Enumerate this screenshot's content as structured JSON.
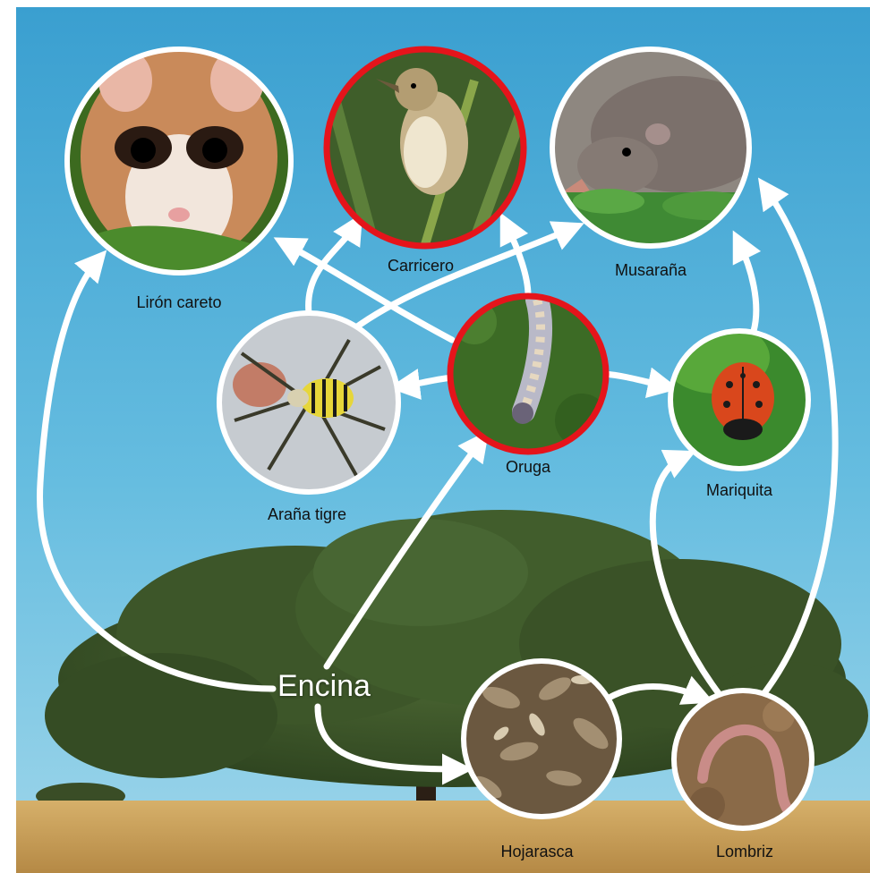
{
  "diagram": {
    "nodes": [
      {
        "id": "liron",
        "label": "Lirón careto",
        "icon": "dormouse-photo"
      },
      {
        "id": "carricero",
        "label": "Carricero",
        "icon": "bird-photo",
        "highlighted": true
      },
      {
        "id": "musarana",
        "label": "Musaraña",
        "icon": "shrew-photo"
      },
      {
        "id": "arana",
        "label": "Araña tigre",
        "icon": "spider-photo"
      },
      {
        "id": "oruga",
        "label": "Oruga",
        "icon": "caterpillar-photo",
        "highlighted": true
      },
      {
        "id": "mariquita",
        "label": "Mariquita",
        "icon": "ladybug-photo"
      },
      {
        "id": "encina",
        "label": "Encina",
        "icon": "oak-tree-photo"
      },
      {
        "id": "hojarasca",
        "label": "Hojarasca",
        "icon": "leaf-litter-photo"
      },
      {
        "id": "lombriz",
        "label": "Lombriz",
        "icon": "earthworm-photo"
      }
    ],
    "edges": [
      {
        "from": "encina",
        "to": "liron"
      },
      {
        "from": "encina",
        "to": "oruga"
      },
      {
        "from": "encina",
        "to": "hojarasca"
      },
      {
        "from": "hojarasca",
        "to": "lombriz"
      },
      {
        "from": "lombriz",
        "to": "mariquita"
      },
      {
        "from": "lombriz",
        "to": "musarana"
      },
      {
        "from": "oruga",
        "to": "liron"
      },
      {
        "from": "oruga",
        "to": "carricero"
      },
      {
        "from": "oruga",
        "to": "arana"
      },
      {
        "from": "oruga",
        "to": "mariquita"
      },
      {
        "from": "arana",
        "to": "carricero"
      },
      {
        "from": "arana",
        "to": "musarana"
      },
      {
        "from": "mariquita",
        "to": "musarana"
      }
    ],
    "colors": {
      "sky_top": "#3a9fd0",
      "sky_bottom": "#8fd0e8",
      "arrow": "#ffffff",
      "highlight_ring": "#e5141b",
      "tree": "#3f5a2c",
      "ground": "#c9a25e"
    }
  }
}
